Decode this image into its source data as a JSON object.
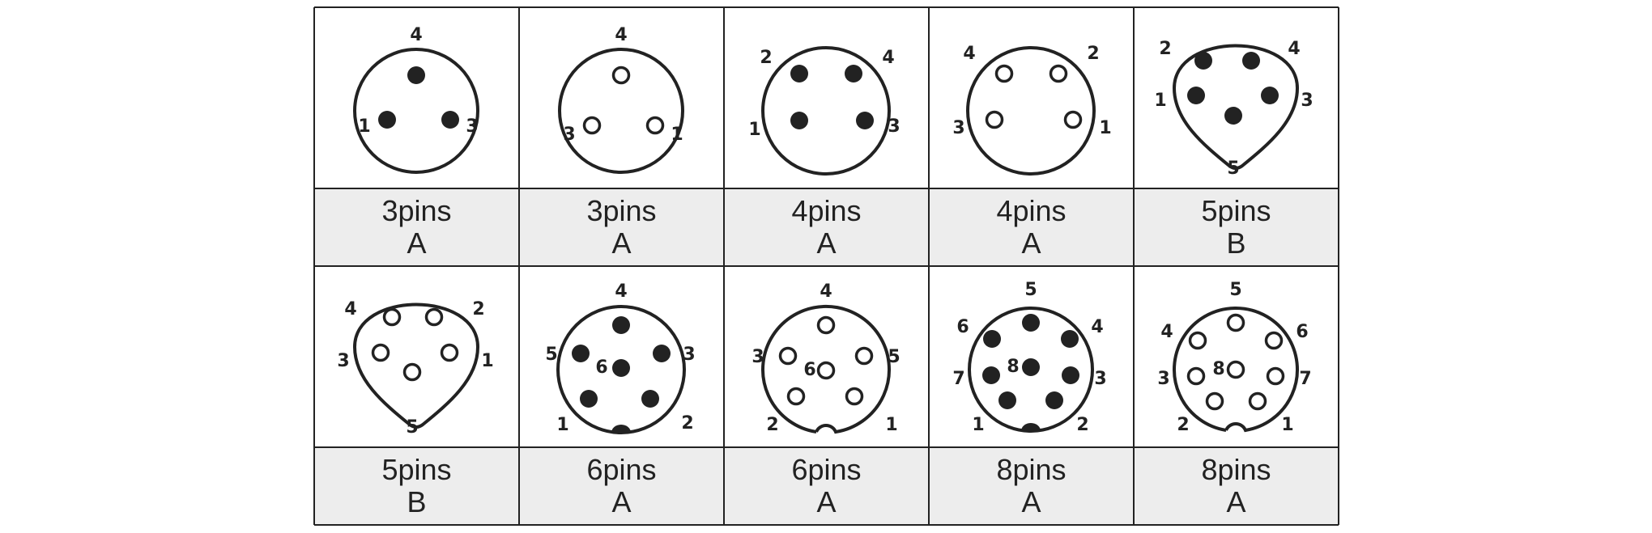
{
  "colors": {
    "line": "#222222",
    "label_bg": "#ededed",
    "background": "#ffffff"
  },
  "connectors": [
    {
      "label": "3pins",
      "code": "A",
      "pin_style": "filled",
      "outline": "circle",
      "pins": [
        {
          "num": "4"
        },
        {
          "num": "1"
        },
        {
          "num": "3"
        }
      ]
    },
    {
      "label": "3pins",
      "code": "A",
      "pin_style": "hollow",
      "outline": "circle",
      "pins": [
        {
          "num": "4"
        },
        {
          "num": "3"
        },
        {
          "num": "1"
        }
      ]
    },
    {
      "label": "4pins",
      "code": "A",
      "pin_style": "filled",
      "outline": "circle",
      "pins": [
        {
          "num": "2"
        },
        {
          "num": "4"
        },
        {
          "num": "1"
        },
        {
          "num": "3"
        }
      ]
    },
    {
      "label": "4pins",
      "code": "A",
      "pin_style": "hollow",
      "outline": "circle",
      "pins": [
        {
          "num": "4"
        },
        {
          "num": "2"
        },
        {
          "num": "3"
        },
        {
          "num": "1"
        }
      ]
    },
    {
      "label": "5pins",
      "code": "B",
      "pin_style": "filled",
      "outline": "rounded-pentagon",
      "pins": [
        {
          "num": "2"
        },
        {
          "num": "4"
        },
        {
          "num": "1"
        },
        {
          "num": "3"
        },
        {
          "num": "5"
        }
      ]
    },
    {
      "label": "5pins",
      "code": "B",
      "pin_style": "hollow",
      "outline": "rounded-pentagon",
      "pins": [
        {
          "num": "4"
        },
        {
          "num": "2"
        },
        {
          "num": "3"
        },
        {
          "num": "1"
        },
        {
          "num": "5"
        }
      ]
    },
    {
      "label": "6pins",
      "code": "A",
      "pin_style": "filled",
      "outline": "circle",
      "pins": [
        {
          "num": "4"
        },
        {
          "num": "5"
        },
        {
          "num": "3"
        },
        {
          "num": "6"
        },
        {
          "num": "1"
        },
        {
          "num": "2"
        }
      ]
    },
    {
      "label": "6pins",
      "code": "A",
      "pin_style": "hollow",
      "outline": "circle-notched",
      "pins": [
        {
          "num": "4"
        },
        {
          "num": "3"
        },
        {
          "num": "5"
        },
        {
          "num": "6"
        },
        {
          "num": "2"
        },
        {
          "num": "1"
        }
      ]
    },
    {
      "label": "8pins",
      "code": "A",
      "pin_style": "filled",
      "outline": "circle",
      "pins": [
        {
          "num": "5"
        },
        {
          "num": "6"
        },
        {
          "num": "4"
        },
        {
          "num": "8"
        },
        {
          "num": "7"
        },
        {
          "num": "3"
        },
        {
          "num": "1"
        },
        {
          "num": "2"
        }
      ]
    },
    {
      "label": "8pins",
      "code": "A",
      "pin_style": "hollow",
      "outline": "circle-notched",
      "pins": [
        {
          "num": "5"
        },
        {
          "num": "4"
        },
        {
          "num": "6"
        },
        {
          "num": "8"
        },
        {
          "num": "3"
        },
        {
          "num": "7"
        },
        {
          "num": "2"
        },
        {
          "num": "1"
        }
      ]
    }
  ]
}
